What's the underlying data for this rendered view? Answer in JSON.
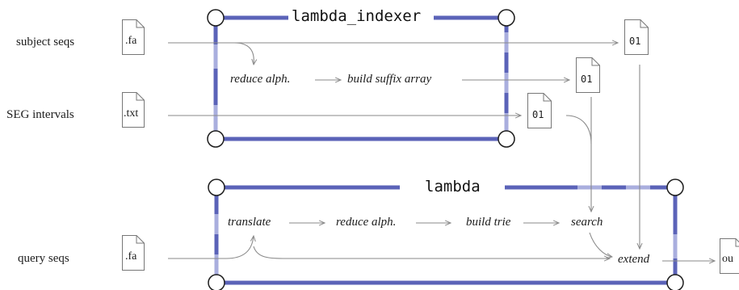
{
  "inputs": {
    "subject": "subject seqs",
    "seg": "SEG intervals",
    "query": "query seqs"
  },
  "files": {
    "subject_ext": ".fa",
    "seg_ext": ".txt",
    "query_ext": ".fa",
    "index_out_1": "01",
    "index_out_2": "01",
    "index_out_3": "01",
    "final_out": "ou"
  },
  "indexer": {
    "title": "lambda_indexer",
    "steps": [
      "reduce alph.",
      "build suffix array"
    ]
  },
  "lambda": {
    "title": "lambda",
    "steps": [
      "translate",
      "reduce alph.",
      "build trie",
      "search",
      "extend"
    ]
  },
  "colors": {
    "box_dark": "#5b63b8",
    "box_light": "#a9aede",
    "arrow": "#8a8a8a",
    "text": "#1c1c1c"
  }
}
